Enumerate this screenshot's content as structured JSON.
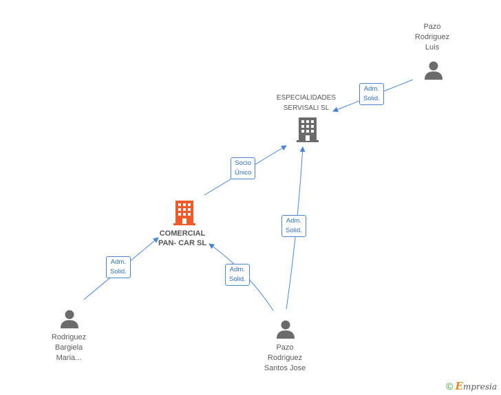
{
  "nodes": {
    "comercial": {
      "label_lines": [
        "COMERCIAL",
        "PAN- CAR SL"
      ],
      "icon": "building-icon",
      "color": "#ef5a2a"
    },
    "especialidades": {
      "label_lines": [
        "ESPECIALIDADES",
        "SERVISALI SL"
      ],
      "icon": "building-icon",
      "color": "#6b6b6b"
    },
    "pazo_luis": {
      "label_lines": [
        "Pazo",
        "Rodriguez",
        "Luis"
      ],
      "icon": "person-icon",
      "color": "#6b6b6b"
    },
    "rodriguez_bargiela": {
      "label_lines": [
        "Rodriguez",
        "Bargiela",
        "Maria..."
      ],
      "icon": "person-icon",
      "color": "#6b6b6b"
    },
    "pazo_santos": {
      "label_lines": [
        "Pazo",
        "Rodriguez",
        "Santos Jose"
      ],
      "icon": "person-icon",
      "color": "#6b6b6b"
    }
  },
  "edges": [
    {
      "from": "pazo_luis",
      "to": "especialidades",
      "label_lines": [
        "Adm.",
        "Solid."
      ]
    },
    {
      "from": "comercial",
      "to": "especialidades",
      "label_lines": [
        "Socio",
        "Único"
      ]
    },
    {
      "from": "pazo_santos",
      "to": "especialidades",
      "label_lines": [
        "Adm.",
        "Solid."
      ]
    },
    {
      "from": "rodriguez_bargiela",
      "to": "comercial",
      "label_lines": [
        "Adm.",
        "Solid."
      ]
    },
    {
      "from": "pazo_santos",
      "to": "comercial",
      "label_lines": [
        "Adm.",
        "Solid."
      ]
    }
  ],
  "colors": {
    "edge": "#4a86d0",
    "edge_label_text": "#2f6db5"
  },
  "footer": {
    "copyright": "©",
    "brand_initial": "E",
    "brand_rest": "mpresia"
  }
}
